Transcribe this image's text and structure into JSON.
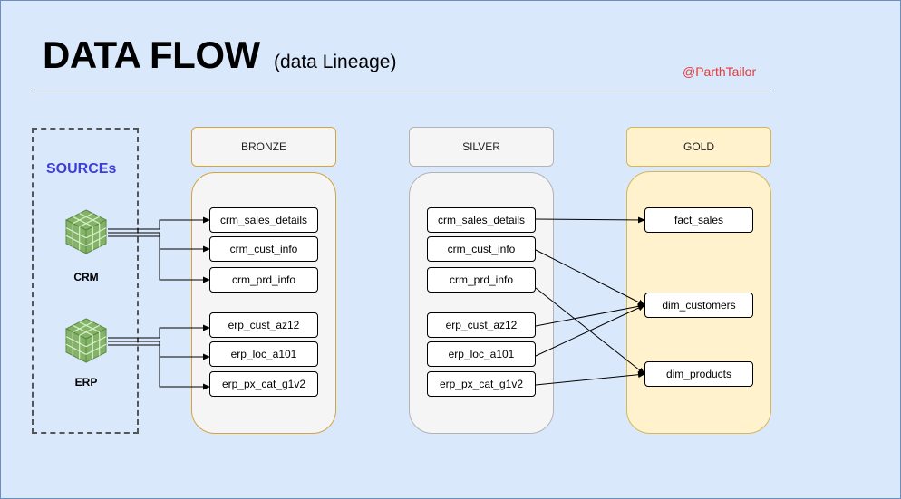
{
  "header": {
    "title": "DATA FLOW",
    "subtitle": "(data Lineage)",
    "handle": "@ParthTailor"
  },
  "sources": {
    "label": "SOURCEs",
    "items": [
      "CRM",
      "ERP"
    ]
  },
  "layers": {
    "bronze": {
      "label": "BRONZE",
      "tables": [
        "crm_sales_details",
        "crm_cust_info",
        "crm_prd_info",
        "erp_cust_az12",
        "erp_loc_a101",
        "erp_px_cat_g1v2"
      ]
    },
    "silver": {
      "label": "SILVER",
      "tables": [
        "crm_sales_details",
        "crm_cust_info",
        "crm_prd_info",
        "erp_cust_az12",
        "erp_loc_a101",
        "erp_px_cat_g1v2"
      ]
    },
    "gold": {
      "label": "GOLD",
      "tables": [
        "fact_sales",
        "dim_customers",
        "dim_products"
      ]
    }
  },
  "lineage": [
    {
      "from": "silver.crm_sales_details",
      "to": "gold.fact_sales"
    },
    {
      "from": "silver.crm_cust_info",
      "to": "gold.dim_customers"
    },
    {
      "from": "silver.erp_cust_az12",
      "to": "gold.dim_customers"
    },
    {
      "from": "silver.erp_loc_a101",
      "to": "gold.dim_customers"
    },
    {
      "from": "silver.crm_prd_info",
      "to": "gold.dim_products"
    },
    {
      "from": "silver.erp_px_cat_g1v2",
      "to": "gold.dim_products"
    }
  ],
  "colors": {
    "background": "#dae8fc",
    "sources_label": "#3d3dd8",
    "handle": "#e03c3c",
    "gold_fill": "#fff2cc",
    "bronze_border": "#d6a43a",
    "cube_green": "#82b366"
  },
  "icons": {
    "source_icon": "database-cube-icon"
  }
}
